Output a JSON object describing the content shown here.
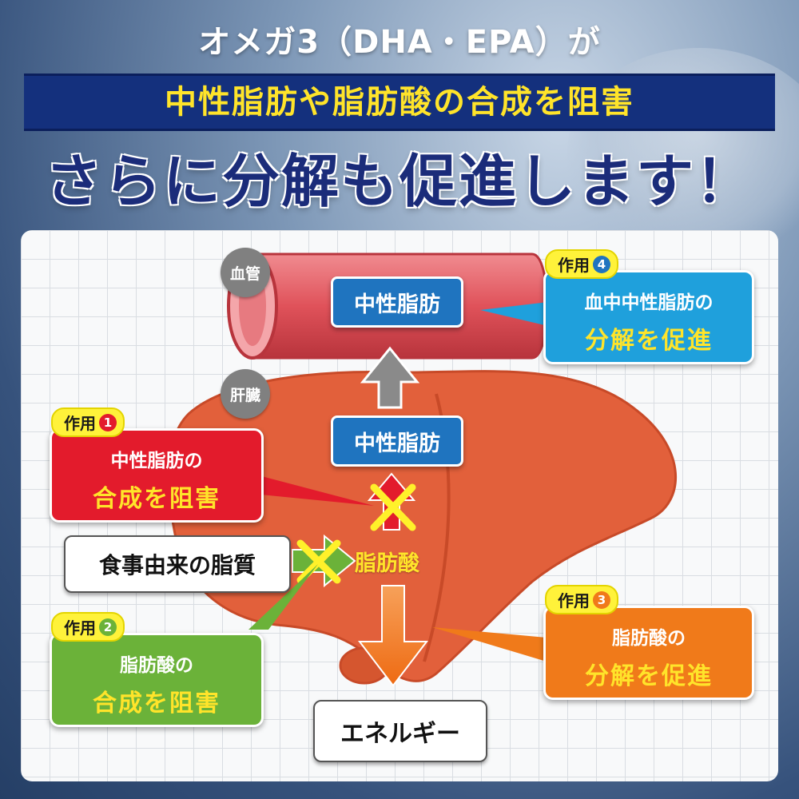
{
  "header": {
    "line1": "オメガ3（DHA・EPA）が",
    "line2": "中性脂肪や脂肪酸の合成を阻害",
    "line3": "さらに分解も促進します！"
  },
  "labels": {
    "blood_vessel": "血管",
    "liver": "肝臓",
    "triglyceride_blood": "中性脂肪",
    "triglyceride_liver": "中性脂肪",
    "fatty_acid": "脂肪酸",
    "dietary_fat": "食事由来の脂質",
    "energy": "エネルギー"
  },
  "effects": [
    {
      "tag": "作用",
      "num": "1",
      "line1": "中性脂肪の",
      "line2": "合成を阻害",
      "color": "#e31b2c"
    },
    {
      "tag": "作用",
      "num": "2",
      "line1": "脂肪酸の",
      "line2": "合成を阻害",
      "color": "#6bb239"
    },
    {
      "tag": "作用",
      "num": "3",
      "line1": "脂肪酸の",
      "line2": "分解を促進",
      "color": "#f07a1a"
    },
    {
      "tag": "作用",
      "num": "4",
      "line1": "血中中性脂肪の",
      "line2": "分解を促進",
      "color": "#1fa0dc"
    }
  ],
  "colors": {
    "liver": "#e2603b",
    "vessel": "#e0525a",
    "blue_box": "#1f74bf",
    "banner": "#14307d",
    "accent_yellow": "#ffe42a"
  }
}
